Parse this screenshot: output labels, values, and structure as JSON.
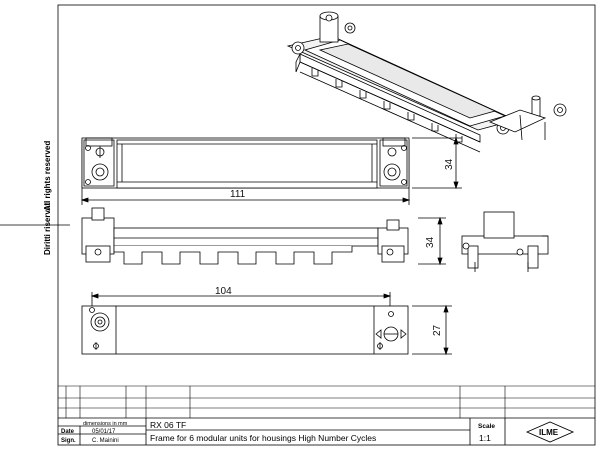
{
  "side_note": {
    "rights": "All rights reserved",
    "diritti": "Diritti riservati"
  },
  "dimensions": {
    "top_height": "34",
    "top_length": "111",
    "side_height": "34",
    "bottom_length": "104",
    "bottom_height": "27"
  },
  "title_block": {
    "units_note": "dimensions in mm",
    "date_label": "Date",
    "date_value": "05/01/17",
    "sign_label": "Sign.",
    "sign_value": "C. Mainini",
    "code": "RX 06 TF",
    "description": "Frame for 6 modular units for housings High Number Cycles",
    "scale_label": "Scale",
    "scale_value": "1:1",
    "logo_text": "ILME"
  },
  "colors": {
    "line": "#000000",
    "frame_fill": "#ffffff",
    "shade": "#d9d9d9"
  }
}
